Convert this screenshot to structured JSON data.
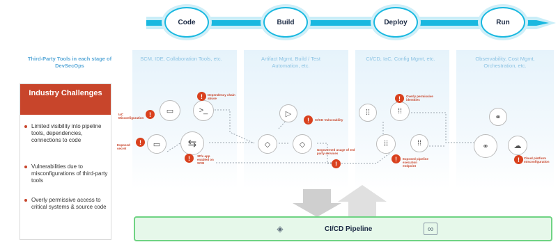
{
  "stages": [
    {
      "name": "Code"
    },
    {
      "name": "Build"
    },
    {
      "name": "Deploy"
    },
    {
      "name": "Run"
    }
  ],
  "third_party_label": "Third-Party Tools in each stage of DevSecOps",
  "stage_tools": [
    "SCM, IDE, Collaboration Tools, etc.",
    "Artifact Mgmt, Build / Test Automation, etc.",
    "CI/CD, IaC, Config Mgmt, etc.",
    "Observability, Cost Mgmt, Orchestration, etc."
  ],
  "challenges": {
    "title": "Industry Challenges",
    "items": [
      "Limited visibility into pipeline tools, dependencies, connections to code",
      "Vulnerabilities due to misconfigurations of third-party tools",
      "Overly permissive access to critical systems & source code"
    ]
  },
  "risk_labels": {
    "iac_misconfig": "IaC Misconfiguration",
    "exposed_secret": "Exposed secret",
    "dependency_chain": "Dependency chain abuse",
    "cicd_vuln": "CI/CD Vulnerability",
    "3p_app": "3P/s app enabled on SCM",
    "ungoverned": "Ungoverned usage of 3rd party services",
    "overly_permissive": "Overly permissive identities",
    "exposed_pipeline": "Exposed pipeline execution endpoint",
    "cloud_misconfig": "Cloud platform misconfiguration"
  },
  "pipeline": {
    "label": "CI/CD Pipeline"
  },
  "colors": {
    "accent": "#19b8e0",
    "risk": "#d9411e",
    "challenge_header": "#c8452b",
    "pipeline_border": "#6fd383"
  }
}
